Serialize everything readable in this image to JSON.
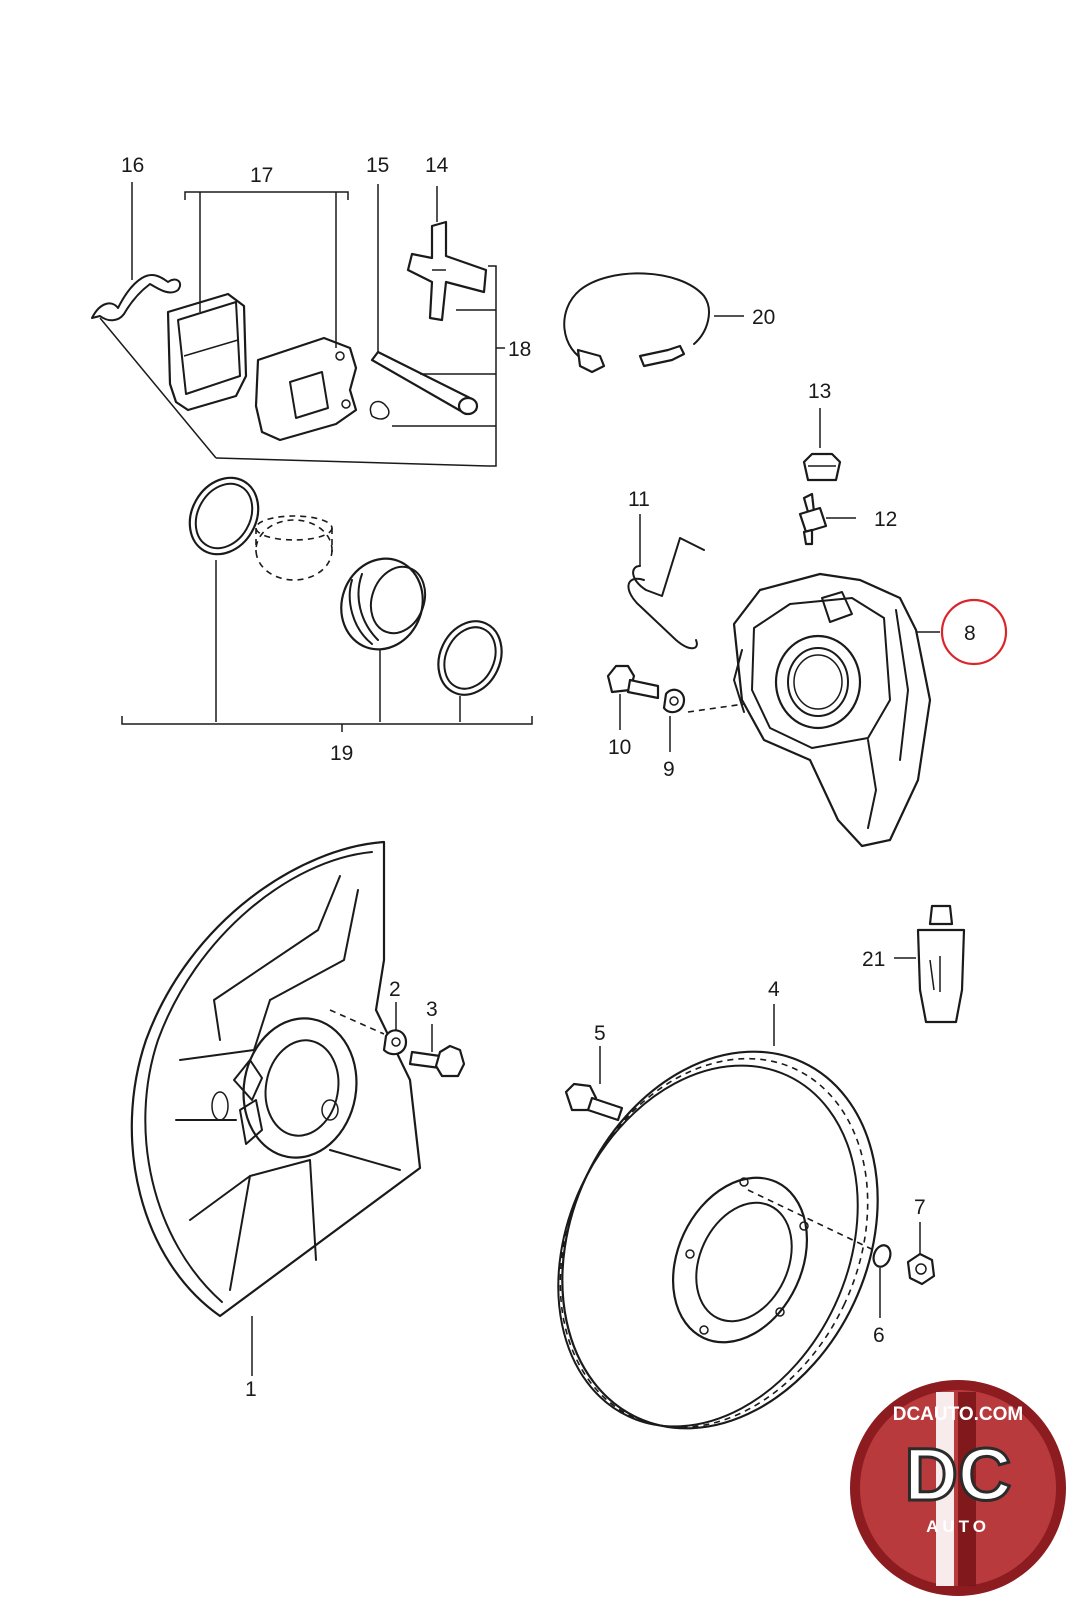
{
  "diagram": {
    "part_labels": [
      {
        "id": "1",
        "text": "1"
      },
      {
        "id": "2",
        "text": "2"
      },
      {
        "id": "3",
        "text": "3"
      },
      {
        "id": "4",
        "text": "4"
      },
      {
        "id": "5",
        "text": "5"
      },
      {
        "id": "6",
        "text": "6"
      },
      {
        "id": "7",
        "text": "7"
      },
      {
        "id": "8",
        "text": "8"
      },
      {
        "id": "9",
        "text": "9"
      },
      {
        "id": "10",
        "text": "10"
      },
      {
        "id": "11",
        "text": "11"
      },
      {
        "id": "12",
        "text": "12"
      },
      {
        "id": "13",
        "text": "13"
      },
      {
        "id": "14",
        "text": "14"
      },
      {
        "id": "15",
        "text": "15"
      },
      {
        "id": "16",
        "text": "16"
      },
      {
        "id": "17",
        "text": "17"
      },
      {
        "id": "18",
        "text": "18"
      },
      {
        "id": "19",
        "text": "19"
      },
      {
        "id": "20",
        "text": "20"
      },
      {
        "id": "21",
        "text": "21"
      }
    ],
    "highlighted_part": "8",
    "highlight_color": "#d9262b"
  },
  "logo": {
    "top_text": "DCAUTO.COM",
    "main_text": "DC",
    "sub_text": "AUTO",
    "colors": {
      "ring": "#8c1c1f",
      "fill": "#b93a3d",
      "stripe": "#ffffff"
    }
  }
}
